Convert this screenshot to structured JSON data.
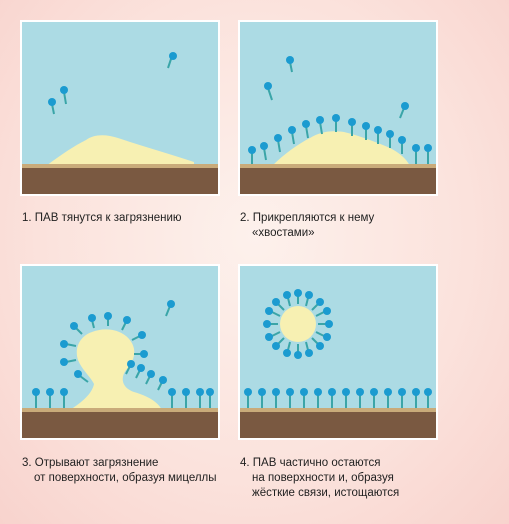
{
  "steps": [
    {
      "caption": [
        "1. ПАВ тянутся к загрязнению"
      ]
    },
    {
      "caption": [
        "2. Прикрепляются к нему",
        "«хвостами»"
      ]
    },
    {
      "caption": [
        "3. Отрывают загрязнение",
        "от поверхности, образуя мицеллы"
      ]
    },
    {
      "caption": [
        "4. ПАВ частично остаются",
        "на поверхности и, образуя",
        "жёсткие связи, истощаются"
      ]
    }
  ],
  "colors": {
    "water": "#acdbe4",
    "dirt": "#f7f0b2",
    "soil": "#7a5941",
    "soil_line": "#c9ab7a",
    "surfactant_head": "#1b9bd0",
    "surfactant_tail": "#3aa5a8"
  }
}
